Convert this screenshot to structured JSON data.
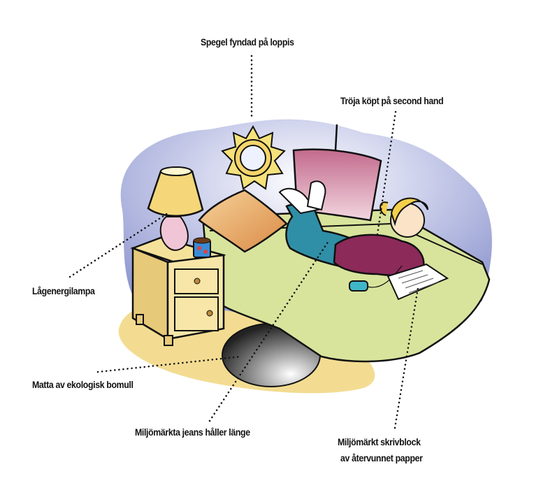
{
  "labels": {
    "mirror": "Spegel fyndad på loppis",
    "sweater": "Tröja köpt på second hand",
    "lamp": "Lågenergilampa",
    "rug": "Matta av ekologisk bomull",
    "jeans": "Miljömärkta jeans håller länge",
    "notebook_line1": "Miljömärkt skrivblock",
    "notebook_line2": "av återvunnet papper"
  },
  "colors": {
    "wall": "#9ea6d6",
    "floor": "#f3dc92",
    "bed": "#d6e39a",
    "sweater": "#8c2a5a",
    "jeans": "#2f8fa6"
  }
}
